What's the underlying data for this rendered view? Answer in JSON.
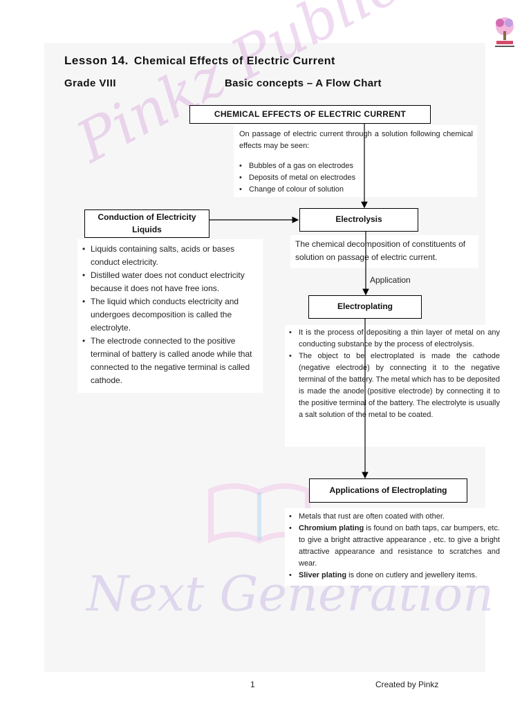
{
  "header": {
    "lesson": "Lesson 14.",
    "title": "Chemical Effects of Electric Current",
    "grade": "Grade VIII",
    "subtitle": "Basic concepts – A Flow Chart"
  },
  "boxes": {
    "main": "CHEMICAL EFFECTS OF ELECTRIC CURRENT",
    "conduction": "Conduction of Electricity Liquids",
    "electrolysis": "Electrolysis",
    "electroplating": "Electroplating",
    "applications": "Applications of Electroplating"
  },
  "intro": {
    "text": "On passage of electric current through a solution following chemical effects may be seen:",
    "bullets": [
      "Bubbles of a gas on electrodes",
      "Deposits of metal on electrodes",
      "Change of colour of solution"
    ]
  },
  "conduction_points": [
    "Liquids containing salts, acids or bases conduct electricity.",
    "Distilled water does not conduct electricity because it does not have free ions.",
    "The liquid which conducts electricity and undergoes decomposition is called the electrolyte.",
    "The electrode connected to the positive terminal of battery is called anode while that connected to the negative terminal is called cathode."
  ],
  "electrolysis_def": "The chemical decomposition of constituents of solution on passage of electric current.",
  "application_label": "Application",
  "electroplating_points": [
    "It is the process of depositing a thin layer of metal on any conducting substance by the process of electrolysis.",
    "The object to be electroplated is made the cathode (negative electrode) by connecting it to the negative terminal of the battery. The metal which has to be deposited is made the anode (positive electrode) by connecting it to the positive terminal of the battery. The electrolyte is usually a salt solution of the metal to be coated."
  ],
  "applications_points": [
    {
      "bold": "",
      "text": "Metals that rust are often coated with other."
    },
    {
      "bold": "Chromium plating",
      "text": " is found on bath taps, car bumpers, etc. to give a bright attractive appearance , etc. to give a bright attractive appearance and resistance to scratches and wear."
    },
    {
      "bold": "Sliver plating",
      "text": " is done on cutlery and jewellery items."
    }
  ],
  "footer": {
    "page": "1",
    "credit": "Created by Pinkz"
  },
  "watermark": {
    "top": "Pinkz Public",
    "bottom": "Next Generation"
  },
  "colors": {
    "watermark_pink": "#e7a6e6",
    "watermark_violet": "#c9b8e8",
    "panel": "#f6f6f6"
  }
}
